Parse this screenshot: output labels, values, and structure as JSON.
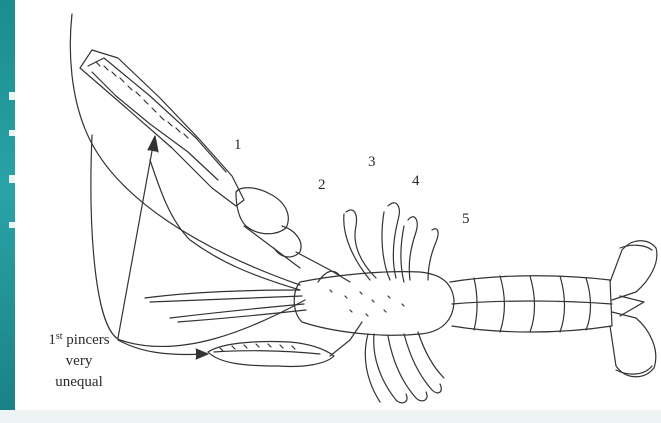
{
  "leg_labels": [
    "1",
    "2",
    "3",
    "4",
    "5"
  ],
  "caption": {
    "ordinal_number": "1",
    "ordinal_suffix": "st",
    "word": "pincers",
    "line2": "very",
    "line3": "unequal"
  },
  "colors": {
    "accent_strip": "#1b8c8f",
    "ink": "#2a2a2a"
  }
}
